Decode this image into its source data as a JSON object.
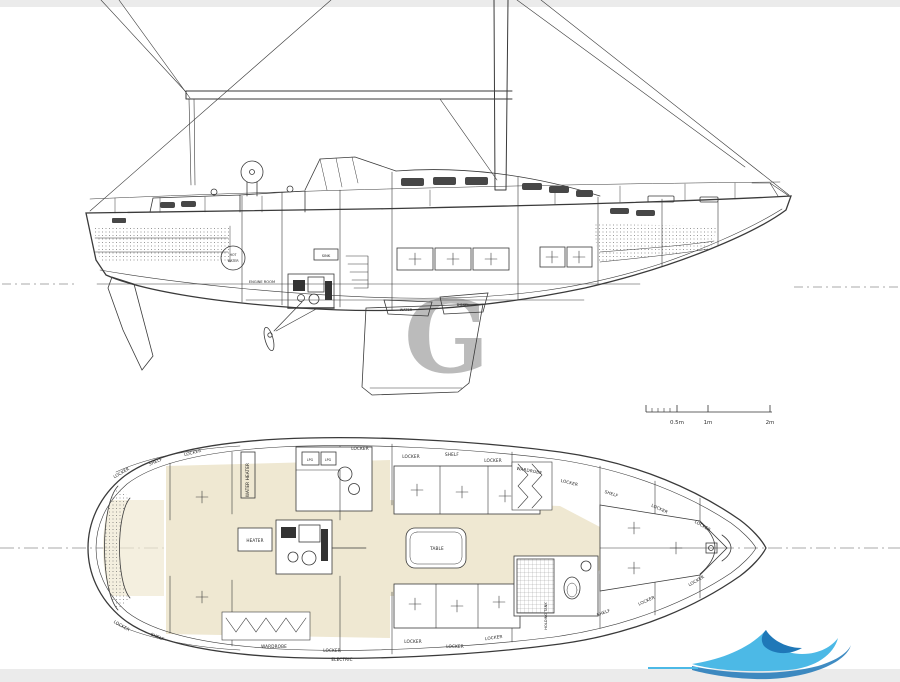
{
  "side_view": {
    "labels": {
      "hot_water_top": "HOT",
      "hot_water_bottom": "WATER",
      "engine_room": "ENGINE ROOM",
      "sink": "SINK",
      "water": "WATER",
      "diesel": "DIESEL"
    }
  },
  "scale_bar": {
    "half": "0.5m",
    "one": "1m",
    "two": "2m"
  },
  "watermark": {
    "letter": "G"
  },
  "colors": {
    "floor": "#efe8d2",
    "line": "#3a3a3a",
    "wave_light": "#4cb9e6",
    "wave_dark": "#1f78b8"
  },
  "plan_view": {
    "labels": [
      {
        "text": "LOCKER"
      },
      {
        "text": "SHELF"
      },
      {
        "text": "LOCKER"
      },
      {
        "text": "WATER HEATER"
      },
      {
        "text": "LPG"
      },
      {
        "text": "LPG"
      },
      {
        "text": "LOCKER"
      },
      {
        "text": "LOCKER"
      },
      {
        "text": "SHELF"
      },
      {
        "text": "LOCKER"
      },
      {
        "text": "WARDROBE"
      },
      {
        "text": "LOCKER"
      },
      {
        "text": "SHELF"
      },
      {
        "text": "LOCKER"
      },
      {
        "text": "LOCKER"
      },
      {
        "text": "LOCKER"
      },
      {
        "text": "SHELF"
      },
      {
        "text": "WARDROBE"
      },
      {
        "text": "LOCKER"
      },
      {
        "text": "ELECTRIC"
      },
      {
        "text": "LOCKER"
      },
      {
        "text": "LOCKER"
      },
      {
        "text": "LOCKER"
      },
      {
        "text": "HOLDING TANK"
      },
      {
        "text": "SHELF"
      },
      {
        "text": "LOCKER"
      },
      {
        "text": "LOCKER"
      },
      {
        "text": "HEATER"
      },
      {
        "text": "TABLE"
      }
    ]
  }
}
